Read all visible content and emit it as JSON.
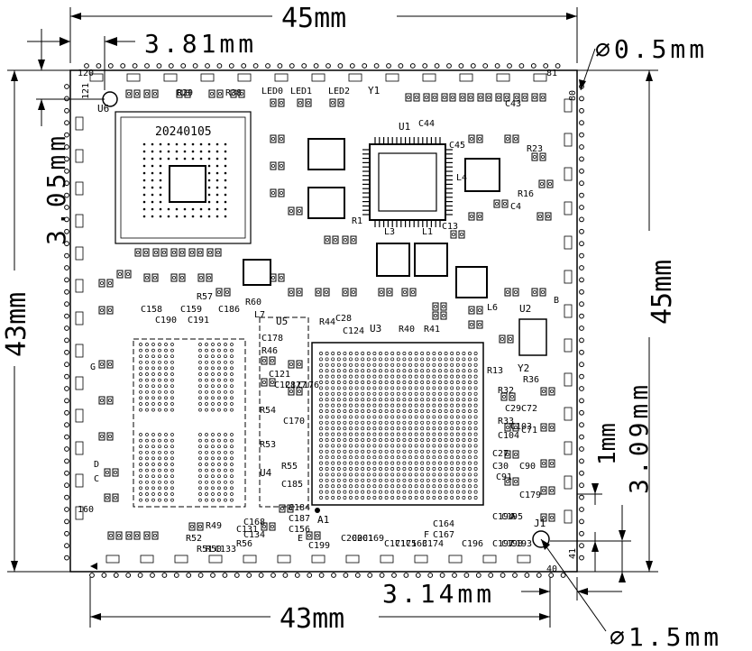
{
  "dimensions": {
    "top_width": "45mm",
    "bottom_width": "43mm",
    "left_height": "43mm",
    "right_height": "45mm",
    "hole_offset_top": "3.81mm",
    "hole_offset_left": "3.05mm",
    "hole_diameter_top": "∅0.5mm",
    "hole_diameter_bottom": "∅1.5mm",
    "bottom_offset": "3.14mm",
    "right_offset": "3.09mm",
    "right_small": "1mm"
  },
  "pin_labels": {
    "top_left": "120",
    "top_right": "81",
    "right_top": "80",
    "right_bottom": "41",
    "bottom_right": "40",
    "left_bottom": "160",
    "left_top": "121",
    "j1": "J1"
  },
  "chips": {
    "u6_label": "U6",
    "u6_date": "20240105",
    "u1": "U1",
    "u5": "U5",
    "u4": "U4",
    "u3": "U3",
    "u2": "U2",
    "a1": "A1",
    "y1": "Y1",
    "y2": "Y2"
  },
  "designators": [
    "R29",
    "R38",
    "LED0",
    "LED1",
    "LED2",
    "C44",
    "C43",
    "C45",
    "R23",
    "L4",
    "R16",
    "C4",
    "C13",
    "R1",
    "L3",
    "L1",
    "L6",
    "R57",
    "R60",
    "L7",
    "C158",
    "C159",
    "C186",
    "C190",
    "C191",
    "R44",
    "C28",
    "C124",
    "R40",
    "R41",
    "R13",
    "R32",
    "R36",
    "R33",
    "C29",
    "C104",
    "C103",
    "C72",
    "C71",
    "C27",
    "C30",
    "C91",
    "C90",
    "C179",
    "C178",
    "R46",
    "C121",
    "C128",
    "C127",
    "C176",
    "R54",
    "C170",
    "R53",
    "R55",
    "C185",
    "C184",
    "C187",
    "C156",
    "C168",
    "C134",
    "C131",
    "R56",
    "R49",
    "R52",
    "R51",
    "R50",
    "C133",
    "C199",
    "C200",
    "C201",
    "C169",
    "C171",
    "C175",
    "C163",
    "C164",
    "C167",
    "C174",
    "C196",
    "C197",
    "C198",
    "C193",
    "C194",
    "C195",
    "A",
    "E",
    "F",
    "G",
    "B",
    "C",
    "D"
  ]
}
